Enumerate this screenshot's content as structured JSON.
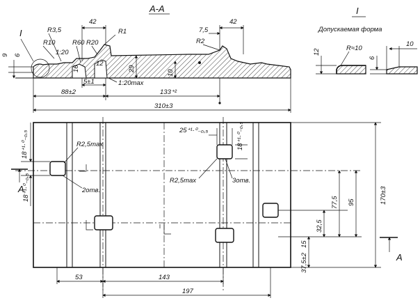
{
  "section_title": "А-А",
  "detail": {
    "mark": "I",
    "caption": "Допускаемая форма",
    "dims": {
      "height": "12",
      "radius": "R≈10",
      "step": "6",
      "width": "10"
    }
  },
  "top_view_dims": {
    "left_9": "9",
    "left_6": "6",
    "r35": "R3,5",
    "r10": "R10",
    "i20": "1:20",
    "r60": "R60",
    "r20": "R20",
    "d42_left": "42",
    "r1": "R1",
    "d16": "16",
    "d12": "12",
    "d29": "29",
    "d10": "10",
    "d5": "5±1",
    "slope": "1:20max",
    "d7_5": "7,5",
    "d42_right": "42",
    "r2": "R2",
    "d88": "88±2",
    "d133": "133⁺²",
    "d310": "310±3",
    "mark_I": "I"
  },
  "plan_dims": {
    "d18_left": "18⁺¹·⁰₋₀,₅",
    "r25max_a": "R2,5max",
    "two_holes": "2отв.",
    "d18_left_b": "18⁺¹·⁰₋₀,₅",
    "d25": "25⁺¹·⁰₋₀,₅",
    "d18_right": "18⁺¹·⁰₋₀,₅",
    "r25max_b": "R2,5max",
    "three_holes": "3отв.",
    "d77_5": "77,5",
    "d95": "95",
    "d170": "170±3",
    "d32_5": "32,5",
    "d15": "15",
    "d37_5": "37,5±2",
    "d53": "53",
    "d143": "143",
    "d197": "197",
    "section_A_left": "А",
    "section_A_right": "А"
  }
}
